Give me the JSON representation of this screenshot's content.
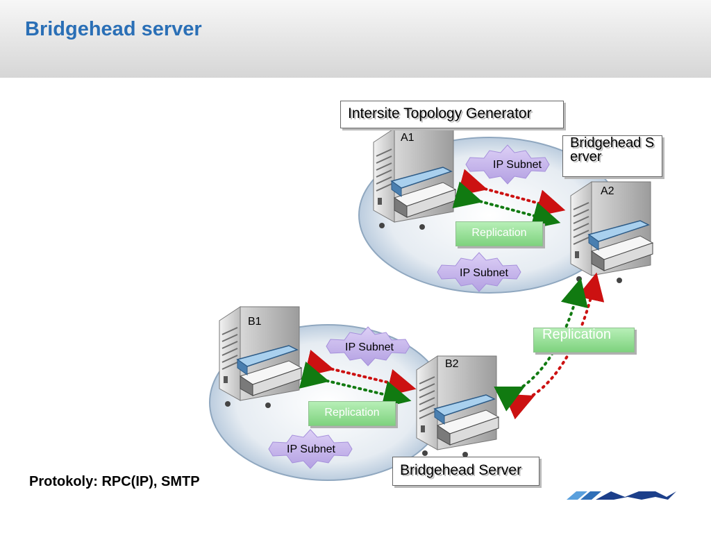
{
  "slide": {
    "title": "Bridgehead server",
    "footer": "Protokoly: RPC(IP), SMTP"
  },
  "sites": [
    {
      "servers": [
        {
          "name": "A1"
        },
        {
          "name": "A2"
        }
      ],
      "subnets": [
        "IP Subnet",
        "IP Subnet"
      ],
      "replication": "Replication"
    },
    {
      "servers": [
        {
          "name": "B1"
        },
        {
          "name": "B2"
        }
      ],
      "subnets": [
        "IP Subnet",
        "IP Subnet"
      ],
      "replication": "Replication"
    }
  ],
  "callouts": {
    "istg": "Intersite Topology Generator",
    "bridgehead_a": "Bridgehead Server",
    "bridgehead_b": "Bridgehead Server"
  },
  "intersite_replication": "Replication",
  "colors": {
    "title": "#2a6fb6",
    "arrow_red": "#cc1111",
    "arrow_green": "#117a11",
    "subnet_fill": "#c8b8ec",
    "replication_fill": "#8fdc8f"
  },
  "logo": {
    "text": ""
  }
}
